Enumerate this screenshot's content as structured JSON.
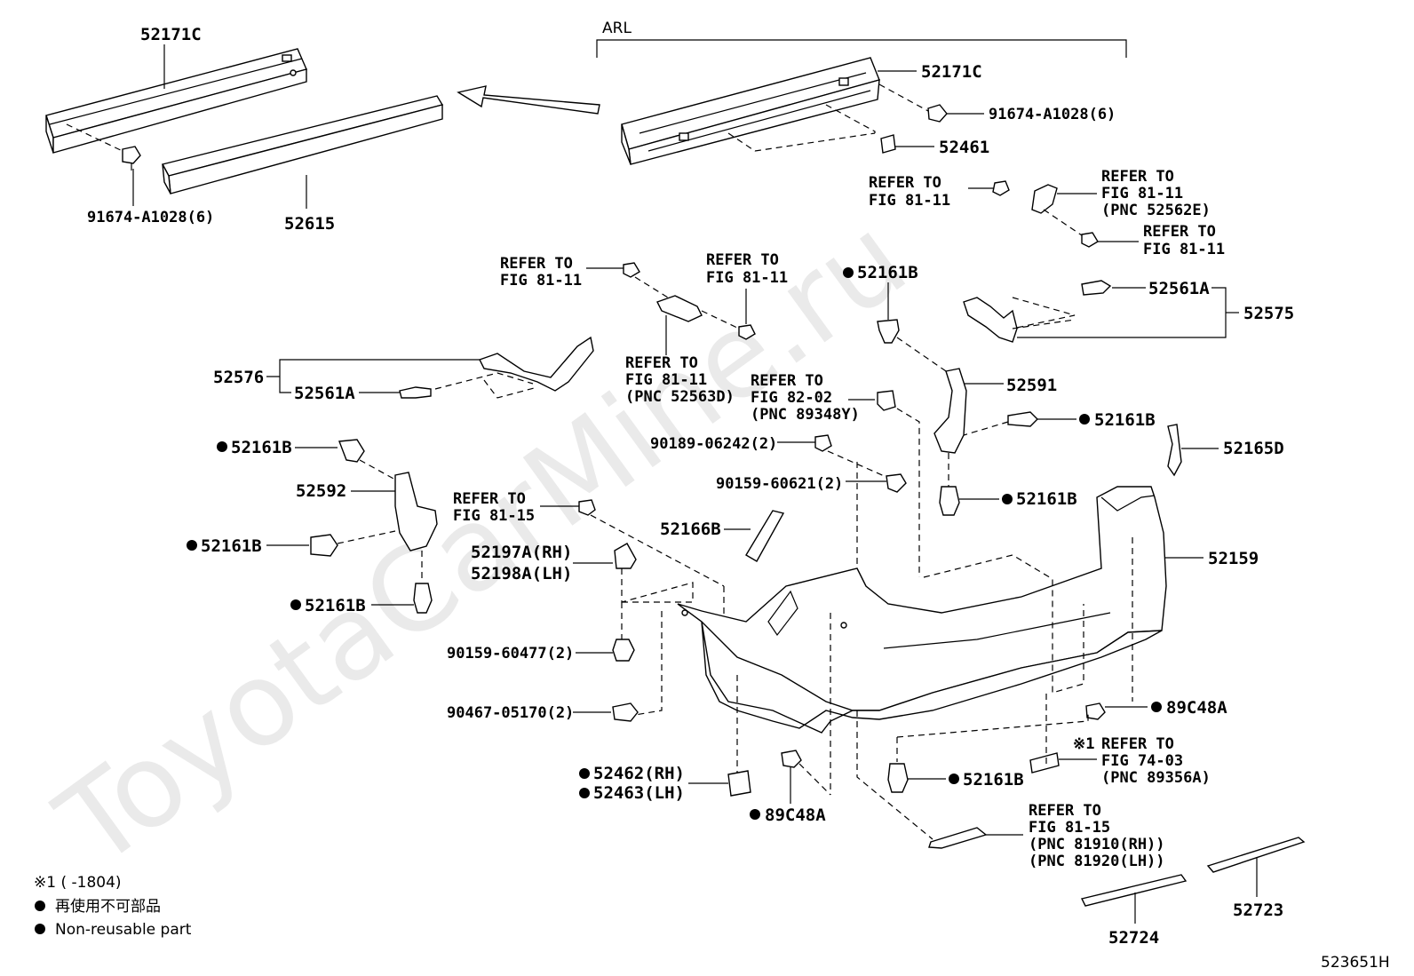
{
  "watermark": "ToyotaCarMine.ru",
  "diagram_code": "523651H",
  "labels": {
    "p52171c_left": "52171C",
    "p52171c_right": "52171C",
    "arl": "ARL",
    "p91674_left": "91674-A1028(6)",
    "p91674_right": "91674-A1028(6)",
    "p52615": "52615",
    "p52461": "52461",
    "refer_a1": "REFER TO",
    "refer_a2": "FIG 81-11",
    "refer_b1": "REFER TO",
    "refer_b2": "FIG 81-11",
    "refer_b3": "(PNC 52562E)",
    "refer_c1": "REFER TO",
    "refer_c2": "FIG 81-11",
    "refer_d1": "REFER TO",
    "refer_d2": "FIG 81-11",
    "refer_e1": "REFER TO",
    "refer_e2": "FIG 81-11",
    "refer_f1": "REFER TO",
    "refer_f2": "FIG 81-11",
    "refer_f3": "(PNC 52563D)",
    "refer_g1": "REFER TO",
    "refer_g2": "FIG 82-02",
    "refer_g3": "(PNC 89348Y)",
    "refer_h1": "REFER TO",
    "refer_h2": "FIG 81-15",
    "refer_i0": "※1",
    "refer_i1": "REFER TO",
    "refer_i2": "FIG 74-03",
    "refer_i3": "(PNC 89356A)",
    "refer_j1": "REFER TO",
    "refer_j2": "FIG 81-15",
    "refer_j3": "(PNC 81910(RH))",
    "refer_j4": "(PNC 81920(LH))",
    "p52161b_1": "52161B",
    "p52161b_2": "52161B",
    "p52161b_3": "52161B",
    "p52161b_4": "52161B",
    "p52161b_5": "52161B",
    "p52161b_6": "52161B",
    "p52161b_7": "52161B",
    "p52561a_left": "52561A",
    "p52561a_right": "52561A",
    "p52575": "52575",
    "p52576": "52576",
    "p52591": "52591",
    "p52592": "52592",
    "p52165d": "52165D",
    "p90189": "90189-06242(2)",
    "p90159_60621": "90159-60621(2)",
    "p52166b": "52166B",
    "p52159": "52159",
    "p52197a": "52197A(RH)",
    "p52198a": "52198A(LH)",
    "p90159_60477": "90159-60477(2)",
    "p90467": "90467-05170(2)",
    "p89c48a_right": "89C48A",
    "p89c48a_bottom": "89C48A",
    "p52462": "52462(RH)",
    "p52463": "52463(LH)",
    "p52724": "52724",
    "p52723": "52723"
  },
  "legend": {
    "note1": "※1 (      -1804)",
    "non_reusable_jp": "再使用不可部品",
    "non_reusable_en": "Non-reusable part"
  }
}
